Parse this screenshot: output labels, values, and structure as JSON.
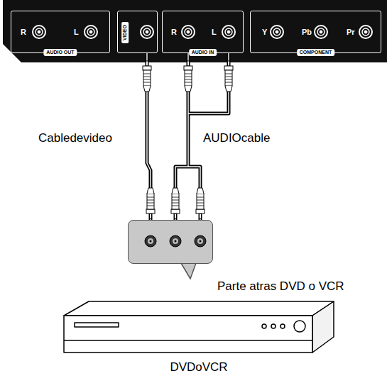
{
  "diagram": {
    "nodes": [
      {
        "text": [
          "R",
          "L",
          "AUDIO OUT"
        ]
      },
      {
        "text": [
          "VIDEO"
        ]
      },
      {
        "text": [
          "R",
          "L",
          "AUDIO IN"
        ]
      },
      {
        "text": [
          "Y",
          "Pb",
          "Pr",
          "COMPONENT"
        ]
      },
      {
        "text": [
          "Parte atras DVD o VCR"
        ]
      },
      {
        "text": [
          "DVDoVCR"
        ]
      }
    ],
    "edges": [
      {
        "from": 1,
        "to": 4,
        "arrow": "none",
        "label": "Cabledevideo"
      },
      {
        "from": 2,
        "to": 4,
        "arrow": "none",
        "label": "AUDIOcable"
      }
    ]
  }
}
